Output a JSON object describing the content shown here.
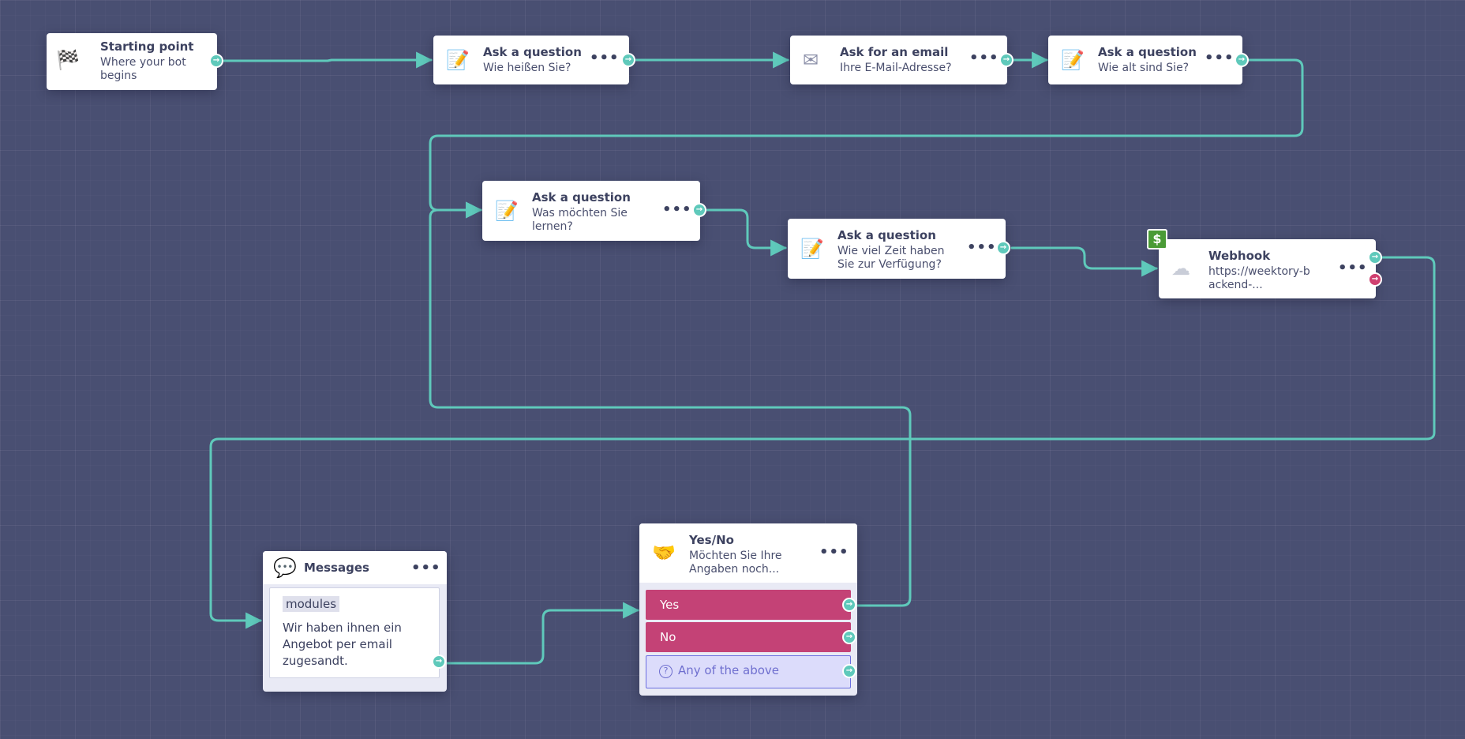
{
  "colors": {
    "canvas_bg": "#494f72",
    "edge": "#5fc9bb",
    "port_success": "#5fc9bb",
    "port_error": "#cf3f70",
    "choice_bg": "#c44276",
    "any_bg": "#dcdcfb",
    "any_text": "#6f6fcf",
    "badge": "#4a9b36"
  },
  "nodes": {
    "start": {
      "icon": "checkered-flag-icon",
      "title": "Starting point",
      "subtitle": "Where your bot begins"
    },
    "q1": {
      "icon": "memo-icon",
      "title": "Ask a question",
      "subtitle": "Wie heißen Sie?",
      "menu": "•••"
    },
    "email": {
      "icon": "envelope-icon",
      "title": "Ask for an email",
      "subtitle": "Ihre E-Mail-Adresse?",
      "menu": "•••"
    },
    "q2": {
      "icon": "memo-icon",
      "title": "Ask a question",
      "subtitle": "Wie alt sind Sie?",
      "menu": "•••"
    },
    "q3": {
      "icon": "memo-icon",
      "title": "Ask a question",
      "subtitle": "Was möchten Sie lernen?",
      "menu": "•••"
    },
    "q4": {
      "icon": "memo-icon",
      "title": "Ask a question",
      "subtitle": "Wie viel Zeit haben Sie zur Verfügung?",
      "menu": "•••"
    },
    "webhook": {
      "icon": "cloud-icon",
      "badge": "$",
      "title": "Webhook",
      "subtitle": "https://weektory-backend-...",
      "menu": "•••"
    },
    "messages": {
      "icon": "speech-bubble-icon",
      "title": "Messages",
      "menu": "•••",
      "chip": "modules",
      "text": "Wir haben ihnen ein Angebot per email zugesandt."
    },
    "yesno": {
      "icon": "handshake-icon",
      "title": "Yes/No",
      "subtitle": "Möchten Sie Ihre Angaben noch...",
      "menu": "•••",
      "choices": [
        "Yes",
        "No"
      ],
      "any_label": "Any of the above",
      "any_icon": "question-circle-icon"
    }
  }
}
